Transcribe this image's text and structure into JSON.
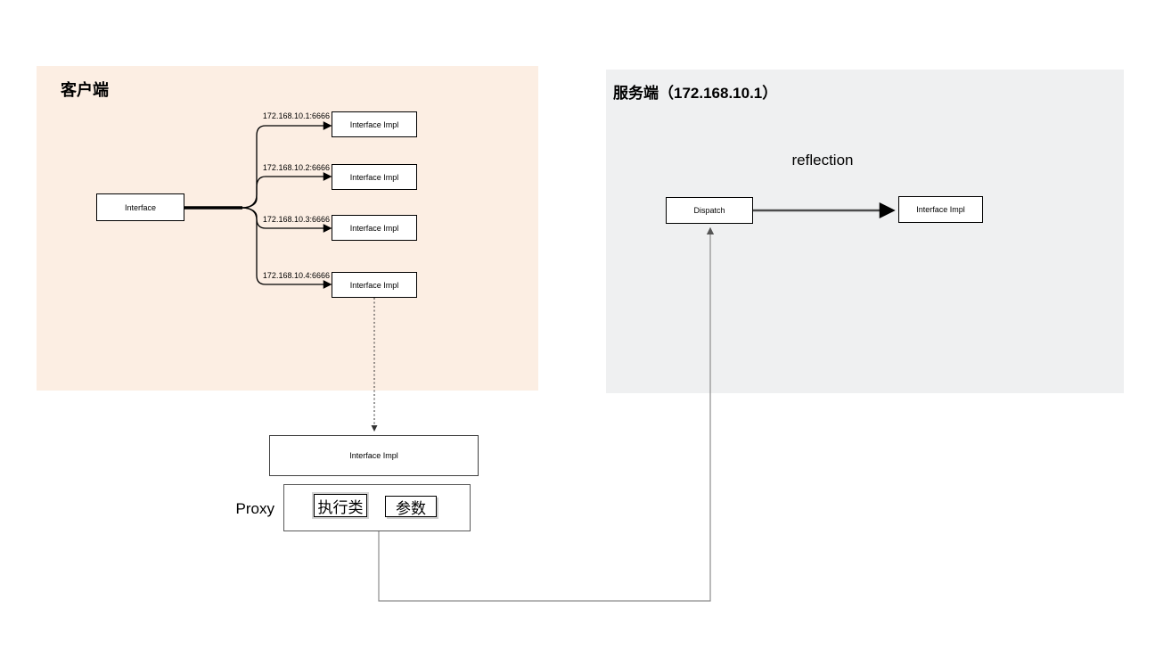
{
  "diagram": {
    "client": {
      "title": "客户端",
      "interface_label": "Interface",
      "impls": [
        {
          "ip": "172.168.10.1:6666",
          "label": "Interface Impl"
        },
        {
          "ip": "172.168.10.2:6666",
          "label": "Interface Impl"
        },
        {
          "ip": "172.168.10.3:6666",
          "label": "Interface Impl"
        },
        {
          "ip": "172.168.10.4:6666",
          "label": "Interface Impl"
        }
      ]
    },
    "server": {
      "title": "服务端（172.168.10.1）",
      "reflection_label": "reflection",
      "dispatch_label": "Dispatch",
      "impl_label": "Interface Impl"
    },
    "proxy": {
      "impl_label": "Interface Impl",
      "label": "Proxy",
      "executor_label": "执行类",
      "param_label": "参数"
    },
    "colors": {
      "client_panel_bg": "#fceee3",
      "server_panel_bg": "#eff0f1",
      "node_bg": "#ffffff",
      "node_border": "#000000",
      "connector_black": "#000000",
      "connector_dark_gray": "#4d4d4d",
      "connector_gray": "#8c8c8c"
    }
  }
}
